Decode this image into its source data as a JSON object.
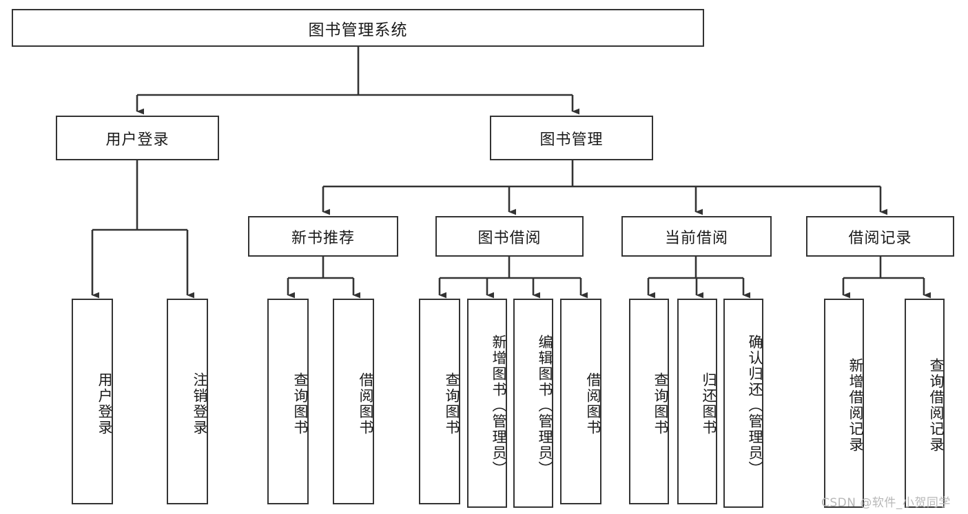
{
  "diagram": {
    "title": "图书管理系统",
    "type": "tree-hierarchy",
    "watermark": "CSDN @软件_小贺同学",
    "colors": {
      "box_border": "#333333",
      "box_fill": "#ffffff",
      "connector": "#333333",
      "text": "#1a1a1a",
      "watermark": "#b8b8b8",
      "background": "#ffffff"
    },
    "root": {
      "label": "图书管理系统"
    },
    "level2": [
      {
        "id": "user-login",
        "label": "用户登录"
      },
      {
        "id": "book-management",
        "label": "图书管理"
      }
    ],
    "level3": [
      {
        "id": "new-book-recommend",
        "label": "新书推荐",
        "parent": "book-management"
      },
      {
        "id": "book-borrow",
        "label": "图书借阅",
        "parent": "book-management"
      },
      {
        "id": "current-borrow",
        "label": "当前借阅",
        "parent": "book-management"
      },
      {
        "id": "borrow-record",
        "label": "借阅记录",
        "parent": "book-management"
      }
    ],
    "leaves": [
      {
        "id": "leaf-user-login",
        "label": "用户登录",
        "parent": "user-login"
      },
      {
        "id": "leaf-logout-login",
        "label": "注销登录",
        "parent": "user-login"
      },
      {
        "id": "leaf-query-book-1",
        "label": "查询图书",
        "parent": "new-book-recommend"
      },
      {
        "id": "leaf-borrow-book-1",
        "label": "借阅图书",
        "parent": "new-book-recommend"
      },
      {
        "id": "leaf-query-book-2",
        "label": "查询图书",
        "parent": "book-borrow"
      },
      {
        "id": "leaf-add-book",
        "label": "新增图书（管理员）",
        "parent": "book-borrow"
      },
      {
        "id": "leaf-edit-book",
        "label": "编辑图书（管理员）",
        "parent": "book-borrow"
      },
      {
        "id": "leaf-borrow-book-2",
        "label": "借阅图书",
        "parent": "book-borrow"
      },
      {
        "id": "leaf-query-book-3",
        "label": "查询图书",
        "parent": "current-borrow"
      },
      {
        "id": "leaf-return-book",
        "label": "归还图书",
        "parent": "current-borrow"
      },
      {
        "id": "leaf-confirm-return",
        "label": "确认归还（管理员）",
        "parent": "current-borrow"
      },
      {
        "id": "leaf-add-record",
        "label": "新增借阅记录",
        "parent": "borrow-record"
      },
      {
        "id": "leaf-query-record",
        "label": "查询借阅记录",
        "parent": "borrow-record"
      }
    ]
  }
}
